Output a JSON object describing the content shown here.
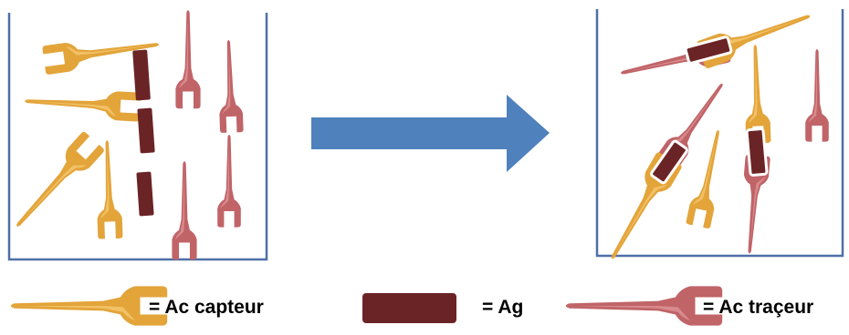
{
  "legend": {
    "capture_antibody": "= Ac capteur",
    "antigen": "= Ag",
    "tracer_antibody": "= Ac traçeur"
  },
  "colors": {
    "capture_antibody": "#E3A43A",
    "capture_antibody_highlight": "#F2C166",
    "tracer_antibody": "#C06468",
    "tracer_antibody_highlight": "#D98A8D",
    "antigen": "#6B2426",
    "arrow": "#4F81BD",
    "container_line": "#4F6FA8"
  },
  "icons": {
    "capture_antibody": "wrench-icon",
    "tracer_antibody": "wrench-icon",
    "antigen": "rounded-rectangle",
    "arrow": "right-arrow"
  }
}
